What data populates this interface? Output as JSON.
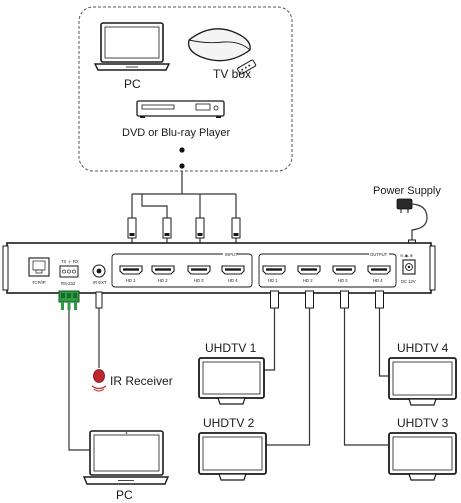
{
  "sources": {
    "pc_label": "PC",
    "tvbox_label": "TV box",
    "dvd_label": "DVD or Blu-ray Player"
  },
  "power": {
    "label": "Power Supply",
    "port_label": "DC 12V"
  },
  "matrix": {
    "tcpip_label": "TCP/IP",
    "rs232_label": "RS-232",
    "rs232_pins": "TX ⏚ RX",
    "irext_label": "IR EXT",
    "input_label": "INPUT",
    "output_label": "OUTPUT",
    "inputs": [
      "HD 1",
      "HD 2",
      "HD 3",
      "HD 4"
    ],
    "outputs": [
      "HD 1",
      "HD 2",
      "HD 3",
      "HD 4"
    ]
  },
  "ir_receiver": {
    "label": "IR Receiver"
  },
  "control_pc": {
    "label": "PC"
  },
  "displays": [
    "UHDTV 1",
    "UHDTV 2",
    "UHDTV 4",
    "UHDTV 3"
  ]
}
